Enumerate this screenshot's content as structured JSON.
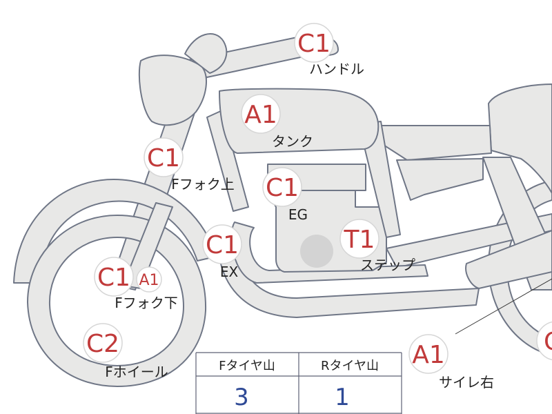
{
  "colors": {
    "code_text": "#c13a3a",
    "label_text": "#222222",
    "body_fill": "#e8e8e7",
    "outline": "#6f7686",
    "table_value": "#2f4a96"
  },
  "badges": {
    "handle": {
      "code": "C1",
      "label": "ハンドル"
    },
    "tank": {
      "code": "A1",
      "label": "タンク"
    },
    "fork_upper": {
      "code": "C1",
      "label": "Fフォク上"
    },
    "engine": {
      "code": "C1",
      "label": "EG"
    },
    "exhaust": {
      "code": "C1",
      "label": "EX"
    },
    "step": {
      "code": "T1",
      "label": "ステップ"
    },
    "fork_lower": {
      "code": "C1",
      "code_extra": "A1",
      "label": "Fフォク下"
    },
    "front_wheel": {
      "code": "C2",
      "label": "Fホイール"
    },
    "muffler_r": {
      "code": "A1",
      "label": "サイレ右"
    },
    "edge": {
      "code": "C"
    }
  },
  "tread_table": {
    "headers": [
      "Fタイヤ山",
      "Rタイヤ山"
    ],
    "values": [
      "3",
      "1"
    ]
  }
}
